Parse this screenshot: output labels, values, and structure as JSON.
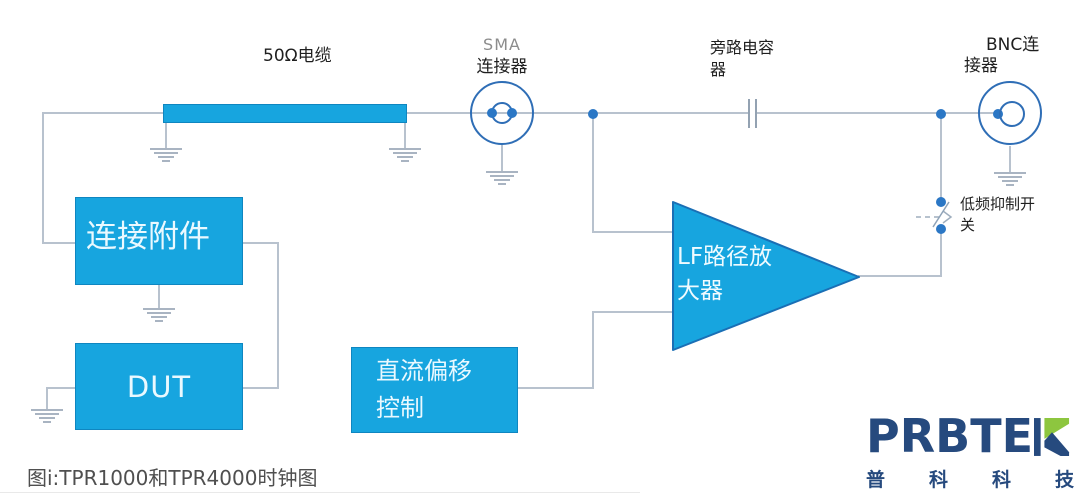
{
  "figure": {
    "caption": "图i:TPR1000和TPR4000时钟图",
    "labels": {
      "cable": "50Ω电缆",
      "sma_top": "SMA",
      "sma_bottom": "连接器",
      "bypass_capacitor": "旁路电容\n器",
      "bnc_connector": "BNC连\n接器",
      "lf_reject_switch": "低频抑制开\n关"
    },
    "blocks": {
      "connection_accessory": "连接附件",
      "dut": "DUT",
      "dc_offset_control": "直流偏移\n控制",
      "lf_path_amplifier": "LF路径放\n大器"
    },
    "colors": {
      "accent_cyan": "#17a5df",
      "block_border": "#0f86c0",
      "connector_blue": "#2f6eb6",
      "dot_blue": "#2b77c5",
      "wire_gray": "#b8c2ce",
      "ground_gray": "#a9b4c2",
      "label_dark": "#1f1f1f",
      "label_gray": "#8c8c8c",
      "caption_gray": "#4f4f4f",
      "logo_navy": "#264a7e",
      "logo_green": "#8dc63f"
    }
  },
  "logo": {
    "brand": "PRBTEK",
    "brand_text_part": "PRBTE",
    "brand_cn": "普科科技"
  }
}
